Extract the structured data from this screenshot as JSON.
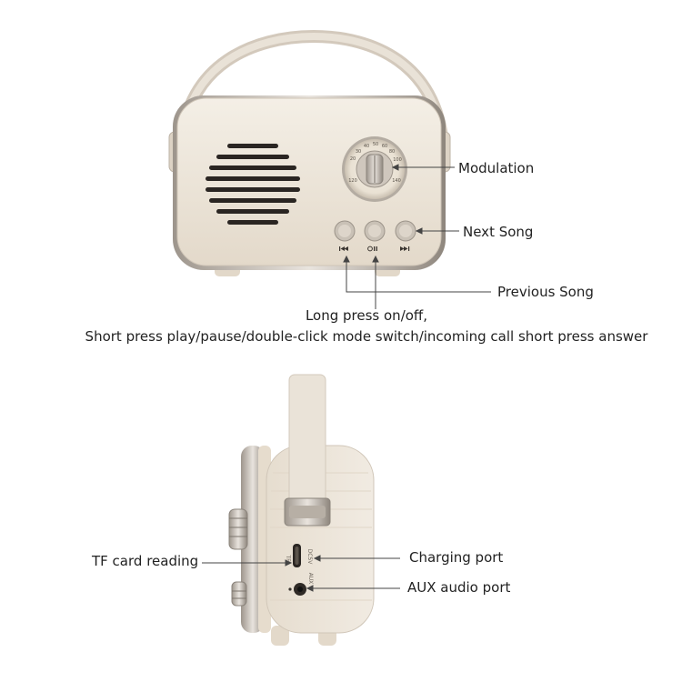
{
  "callouts": {
    "modulation": "Modulation",
    "next_song": "Next Song",
    "previous_song": "Previous Song",
    "power_line1": "Long press on/off,",
    "power_line2": "Short press play/pause/double-click mode switch/incoming call short press answer",
    "tf_card": "TF card reading",
    "charging": "Charging port",
    "aux": "AUX audio port"
  },
  "device_markings": {
    "tf": "TF",
    "dc5v": "DC5V",
    "aux": "AUX",
    "dial_numbers": [
      "20",
      "30",
      "40",
      "50",
      "60",
      "80",
      "100",
      "120",
      "140"
    ]
  },
  "colors": {
    "body": "#ede5d8",
    "body_shadow": "#d8cdbd",
    "chrome": "#b9b2aa",
    "grille": "#2a2522",
    "leader": "#444444"
  }
}
